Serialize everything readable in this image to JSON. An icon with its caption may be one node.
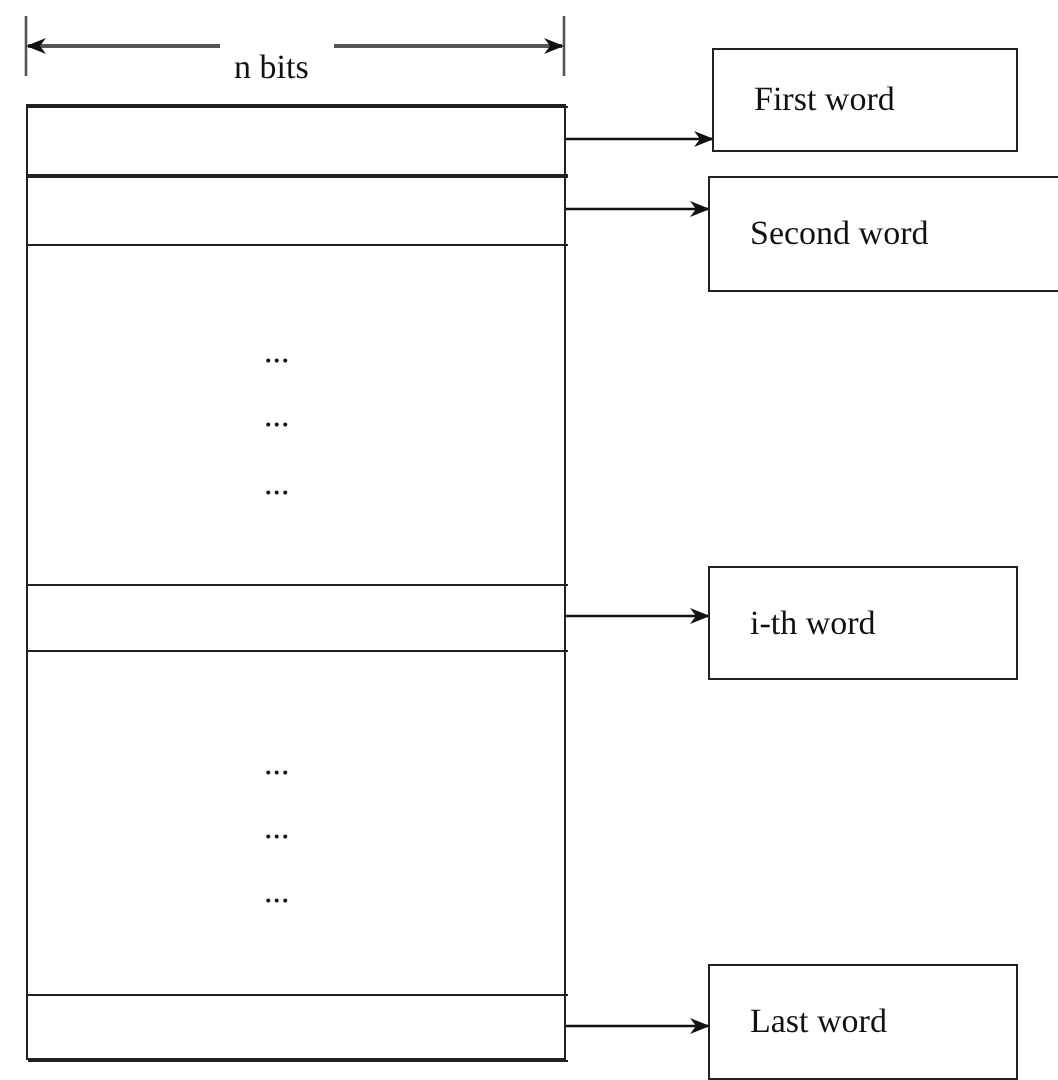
{
  "diagram": {
    "nodes": [
      {
        "text": [],
        "shape": "box"
      },
      {
        "text": [],
        "shape": "box",
        "in": 0
      },
      {
        "text": [],
        "shape": "box",
        "in": 0
      },
      {
        "text": [],
        "shape": "box",
        "in": 0
      },
      {
        "text": [],
        "shape": "box",
        "in": 0
      },
      {
        "text": [
          "First word"
        ]
      },
      {
        "text": [
          "Second word"
        ]
      },
      {
        "text": [
          "i-th word"
        ]
      },
      {
        "text": [
          "Last word"
        ]
      }
    ],
    "edges": [
      {
        "from": 1,
        "to": 5,
        "arrow": "to"
      },
      {
        "from": 2,
        "to": 6,
        "arrow": "to"
      },
      {
        "from": 3,
        "to": 7,
        "arrow": "to"
      },
      {
        "from": 4,
        "to": 8,
        "arrow": "to"
      }
    ],
    "labels": [
      "n bits",
      "...",
      "...",
      "...",
      "...",
      "...",
      "..."
    ]
  }
}
